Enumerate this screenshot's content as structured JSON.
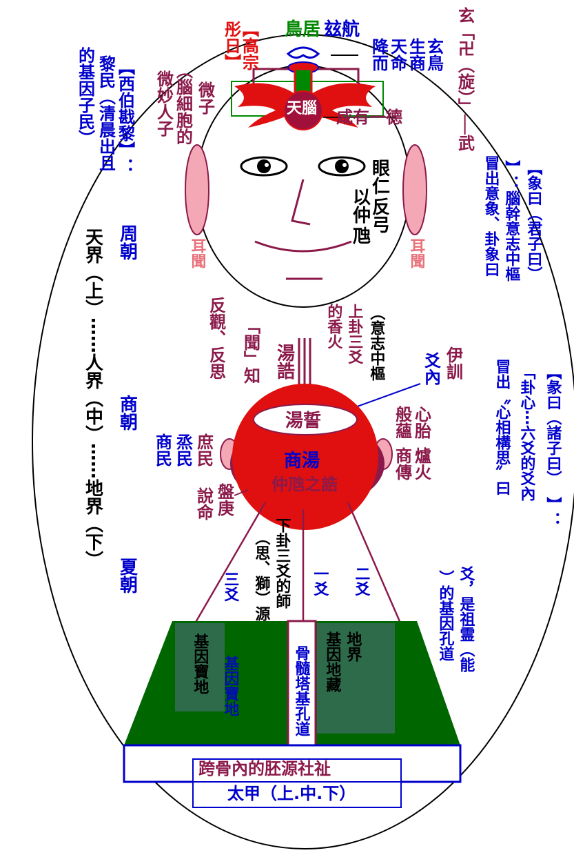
{
  "colors": {
    "blue": "#0000cc",
    "maroon": "#8b1a4a",
    "red": "#e01010",
    "pink": "#e8707a",
    "green": "#006600",
    "dark_green": "#2e6b4a"
  },
  "top": {
    "bird_residence": "鳥居",
    "zi_hang": "玆航",
    "xuan_niao": "玄鳥",
    "sheng_shang": "生商",
    "tian_ming": "天命",
    "jiang_er": "降而",
    "xuan_swastika": "玄「卍（旋）」──武",
    "gao_zong": "【高宗",
    "rong_ri": "彤日】",
    "xian_you_yi_de": "咸有一德",
    "tian_nao": "天腦"
  },
  "face": {
    "wei_zi": "微子",
    "wei_miao_ren_zi": "微妙人子",
    "brain_cells": "（腦細胞的",
    "yan_ren": "眼仁",
    "fan_gong": "反弓",
    "yi_zhong": "以仲",
    "hui": "虺",
    "left_ear": "耳聞",
    "right_ear": "耳聞"
  },
  "left_side": {
    "xibo": "【西伯戡黎】：",
    "limin": "黎民（清晨出且",
    "gene_people": "的基因子民）",
    "tianjie": "天界（上）⋯⋯人界（中）⋯⋯地界（下）",
    "zhou": "周朝",
    "shang": "商朝",
    "xia": "夏朝",
    "shu_min": "庶民",
    "zheng_min": "烝民",
    "shang_min": "商民",
    "pan_geng": "盤庚",
    "shuo_ming": "說命"
  },
  "right_side": {
    "xiang_yue_1": "【象曰（君子曰）",
    "nao_gan": "】：腦幹意志中樞",
    "mao_chu": "冒出意象、卦象曰",
    "xiang_yue_2": "【彖曰（諸子曰）",
    "gua_xin": "「卦心⋯六爻的爻內",
    "xin_xiang": "冒出〝心相構思〞曰",
    "colon": "】：",
    "xin_tai": "心胎",
    "lu_huo": "爐火",
    "pan_yun": "般蘊",
    "shang_chuan": "商傳",
    "yi_xun": "伊訓",
    "yao_nei": "爻內",
    "yao_shi": "爻，是祖霊（能",
    "gene_hole": "）的基因孔道"
  },
  "middle": {
    "fan_guan": "反觀、反思",
    "wen_zhi": "「聞」知",
    "tang_gao": "湯誥",
    "yi_zhi": "（意志中樞",
    "shang_gua": "上卦三爻",
    "xiang_huo": "的香火",
    "tang_shi": "湯誓",
    "shang_tang": "商湯",
    "zhong_hui": "仲虺之誥",
    "xia_gua": "下卦三爻的師",
    "si_shi": "（思、獅）源",
    "san_yao": "三爻",
    "yi_yao": "一爻",
    "er_yao": "二爻"
  },
  "bottom": {
    "gene_land": "基因寶地",
    "gene_land_faint": "基因寶地",
    "earth_realm": "地界",
    "gene_storage": "基因地藏",
    "marrow": "骨髓塔基孔道",
    "pelvis": "跨骨內的胚源社祉",
    "tai_jia": "太甲（上.中.下）"
  }
}
